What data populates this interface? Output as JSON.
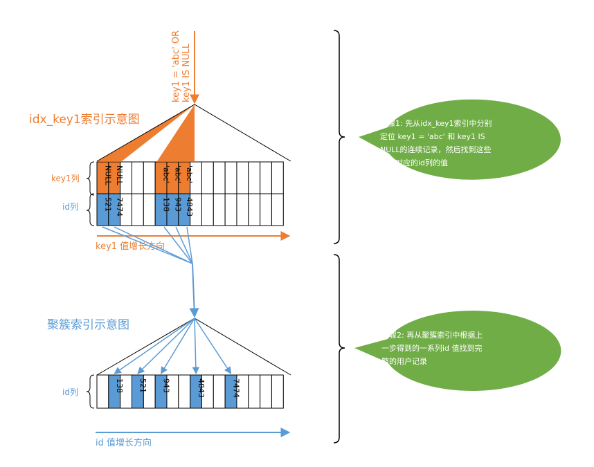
{
  "colors": {
    "orange": "#ED7D31",
    "blue": "#5B9BD5",
    "green": "#70AD47",
    "line": "#000000",
    "white": "#FFFFFF"
  },
  "secondary_index": {
    "title": "idx_key1索引示意图",
    "condition_line1": "key1 = 'abc' OR",
    "condition_line2": "key1 IS NULL",
    "key1_row_label": "key1列",
    "id_row_label": "id列",
    "direction_label": "key1 值增长方向",
    "key1_values": [
      "NULL",
      "NULL",
      "'abc'",
      "'abc'",
      "'abc'"
    ],
    "id_values": [
      "521",
      "7474",
      "138",
      "943",
      "4843"
    ]
  },
  "clustered_index": {
    "title": "聚簇索引示意图",
    "id_row_label": "id列",
    "direction_label": "id 值增长方向",
    "id_values": [
      "138",
      "521",
      "943",
      "4843",
      "7474"
    ]
  },
  "bubbles": {
    "step1": [
      "步骤1: 先从idx_key1索引中分别",
      "定位 key1 = 'abc' 和 key1 IS",
      "NULL的连续记录，然后找到这些",
      "记录对应的id列的值"
    ],
    "step2": [
      "步骤2: 再从聚簇索引中根据上",
      "一步得到的一系列id 值找到完",
      "整的用户记录"
    ]
  }
}
